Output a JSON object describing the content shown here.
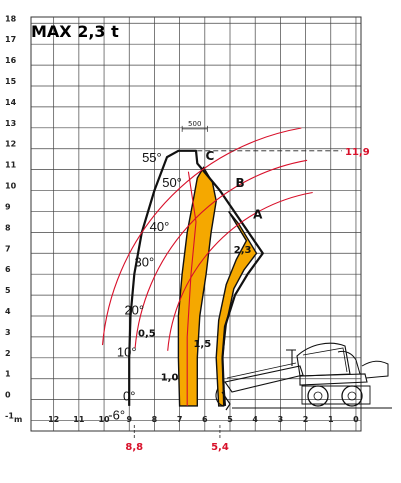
{
  "chart_data": {
    "type": "load-chart",
    "title": "MAX 2,3 t",
    "x_unit_label": "m",
    "x_ticks": [
      12,
      11,
      10,
      9,
      8,
      7,
      6,
      5,
      4,
      3,
      2,
      1,
      0
    ],
    "y_ticks": [
      -1,
      0,
      1,
      2,
      3,
      4,
      5,
      6,
      7,
      8,
      9,
      10,
      11,
      12,
      13,
      14,
      15,
      16,
      17,
      18
    ],
    "xlim": [
      12.9,
      -0.2
    ],
    "ylim": [
      -1.5,
      18.3
    ],
    "grid": true,
    "angles": [
      {
        "label": "55°",
        "x": 8.1,
        "y": 11.6
      },
      {
        "label": "50°",
        "x": 7.3,
        "y": 10.4
      },
      {
        "label": "40°",
        "x": 7.8,
        "y": 8.3
      },
      {
        "label": "30°",
        "x": 8.4,
        "y": 6.6
      },
      {
        "label": "20°",
        "x": 8.8,
        "y": 4.3
      },
      {
        "label": "10°",
        "x": 9.1,
        "y": 2.3
      },
      {
        "label": "0°",
        "x": 9.0,
        "y": 0.2
      },
      {
        "label": "-6°",
        "x": 9.5,
        "y": -0.7
      }
    ],
    "boom_positions": [
      {
        "label": "C",
        "x": 5.8,
        "y": 11.7
      },
      {
        "label": "B",
        "x": 4.6,
        "y": 10.4
      },
      {
        "label": "A",
        "x": 3.9,
        "y": 8.9
      }
    ],
    "load_zones": [
      {
        "label": "2,3",
        "x": 4.5,
        "y": 7.2
      },
      {
        "label": "1,5",
        "x": 6.1,
        "y": 2.7
      },
      {
        "label": "1,0",
        "x": 7.4,
        "y": 1.1
      },
      {
        "label": "0,5",
        "x": 8.3,
        "y": 3.2
      }
    ],
    "envelope": {
      "outer": [
        [
          9.0,
          -0.3
        ],
        [
          9.0,
          2.0
        ],
        [
          8.95,
          4.0
        ],
        [
          8.8,
          6.0
        ],
        [
          8.5,
          8.0
        ],
        [
          8.0,
          10.0
        ],
        [
          7.5,
          11.6
        ],
        [
          7.05,
          11.9
        ],
        [
          6.35,
          11.9
        ],
        [
          6.3,
          11.3
        ],
        [
          5.4,
          10.0
        ],
        [
          3.7,
          7.0
        ]
      ],
      "inner": [
        [
          3.7,
          7.0
        ],
        [
          4.3,
          6.0
        ],
        [
          4.8,
          5.0
        ],
        [
          5.2,
          3.5
        ],
        [
          5.3,
          2.0
        ],
        [
          5.25,
          0.5
        ],
        [
          5.2,
          -0.3
        ]
      ]
    },
    "zone_bands": [
      {
        "name": "2,3 t",
        "color": "#f5a800",
        "outer": [
          [
            5.05,
            9.0
          ],
          [
            4.65,
            8.4
          ],
          [
            4.25,
            7.6
          ],
          [
            3.95,
            7.0
          ]
        ],
        "inner": [
          [
            4.45,
            6.2
          ],
          [
            4.85,
            5.3
          ],
          [
            5.15,
            3.6
          ],
          [
            5.3,
            2.0
          ],
          [
            5.25,
            -0.3
          ],
          [
            5.45,
            -0.3
          ],
          [
            5.55,
            2.0
          ],
          [
            5.45,
            3.8
          ],
          [
            5.15,
            5.5
          ],
          [
            4.75,
            6.7
          ],
          [
            4.35,
            7.6
          ]
        ]
      },
      {
        "name": "1,5 t",
        "color": "#f5a800",
        "outer": [
          [
            6.05,
            11.1
          ],
          [
            5.7,
            10.4
          ],
          [
            5.55,
            9.5
          ],
          [
            5.75,
            8.0
          ],
          [
            5.95,
            6.0
          ],
          [
            6.2,
            4.0
          ],
          [
            6.3,
            2.0
          ],
          [
            6.3,
            -0.3
          ]
        ],
        "inner": [
          [
            7.0,
            -0.3
          ],
          [
            7.05,
            2.0
          ],
          [
            7.05,
            4.0
          ],
          [
            6.9,
            6.0
          ],
          [
            6.7,
            8.0
          ],
          [
            6.45,
            9.6
          ],
          [
            6.3,
            10.6
          ]
        ]
      }
    ],
    "reach_markers": [
      {
        "label": "11,9",
        "axis": "y",
        "value": 11.9
      },
      {
        "label": "8,8",
        "axis": "x",
        "value": 8.8
      },
      {
        "label": "5,4",
        "axis": "x",
        "value": 5.4
      }
    ],
    "dimension_label": "500",
    "colors": {
      "zone_fill": "#f5a800",
      "highlight": "#d8102a",
      "grid": "#444444"
    }
  }
}
